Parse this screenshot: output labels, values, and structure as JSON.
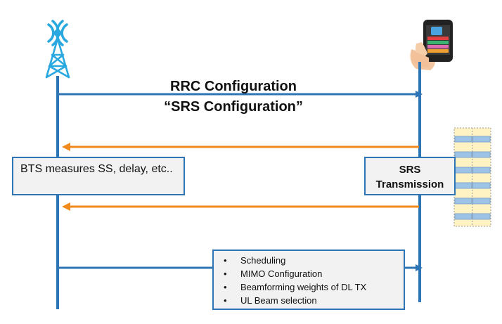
{
  "messages": {
    "rrc_title": "RRC Configuration",
    "srs_config": "“SRS Configuration”"
  },
  "bts_box": {
    "text": "BTS measures SS, delay, etc.."
  },
  "srs_box": {
    "line1": "SRS",
    "line2": "Transmission"
  },
  "schedule_box": {
    "items": [
      "Scheduling",
      "MIMO Configuration",
      "Beamforming weights of DL TX",
      "UL Beam selection"
    ]
  },
  "colors": {
    "lifeline": "#2e75b6",
    "uplink_arrow": "#f08a1c",
    "box_border": "#2e75b6",
    "box_fill": "#f2f2f2",
    "tower": "#29a8e0"
  },
  "icons": {
    "base_station": "cell-tower-icon",
    "ue": "smartphone-in-hand-icon",
    "resource_grid": "srs-resource-grid-icon"
  }
}
